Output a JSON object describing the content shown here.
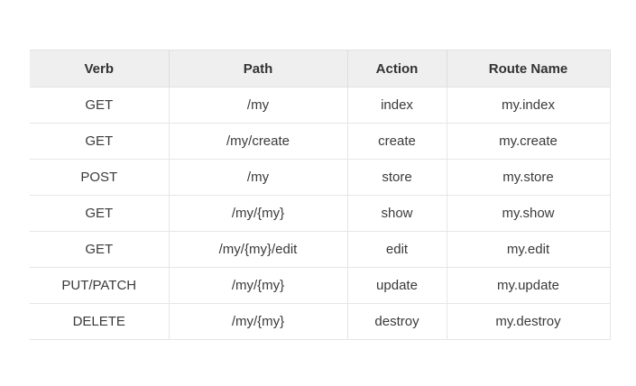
{
  "table": {
    "headers": [
      "Verb",
      "Path",
      "Action",
      "Route Name"
    ],
    "rows": [
      [
        "GET",
        "/my",
        "index",
        "my.index"
      ],
      [
        "GET",
        "/my/create",
        "create",
        "my.create"
      ],
      [
        "POST",
        "/my",
        "store",
        "my.store"
      ],
      [
        "GET",
        "/my/{my}",
        "show",
        "my.show"
      ],
      [
        "GET",
        "/my/{my}/edit",
        "edit",
        "my.edit"
      ],
      [
        "PUT/PATCH",
        "/my/{my}",
        "update",
        "my.update"
      ],
      [
        "DELETE",
        "/my/{my}",
        "destroy",
        "my.destroy"
      ]
    ]
  },
  "colors": {
    "header_bg": "#efefef",
    "border": "#e6e6e6",
    "text": "#333333"
  }
}
